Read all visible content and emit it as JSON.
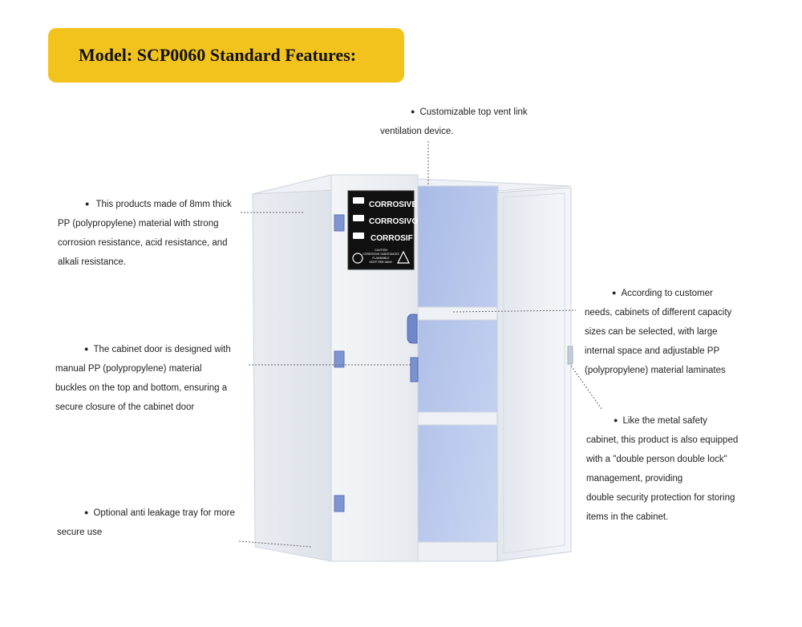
{
  "banner": {
    "title": "Model: SCP0060 Standard Features:"
  },
  "cabinet_label": {
    "lines": [
      "CORROSIVE",
      "CORROSIVO",
      "CORROSIF"
    ],
    "caution": [
      "CAUTION",
      "CORROSIVE SUBSTANCES",
      "FLAMMABLE",
      "KEEP FIRE AWAY"
    ]
  },
  "callouts": {
    "top_vent": {
      "lines": [
        "Customizable top vent link",
        "ventilation device."
      ]
    },
    "material": {
      "lines": [
        "This products made of 8mm thick",
        "PP (polypropylene) material with strong",
        "corrosion resistance, acid resistance, and",
        "alkali resistance."
      ]
    },
    "door": {
      "lines": [
        "The cabinet door is designed with",
        "manual PP (polypropylene) material",
        "buckles on the top and bottom, ensuring a",
        "secure closure of the cabinet door"
      ]
    },
    "tray": {
      "lines": [
        "Optional anti leakage tray for more",
        "secure use"
      ]
    },
    "capacity": {
      "lines": [
        "According to customer",
        "needs, cabinets of different capacity",
        "sizes can be selected, with large",
        "internal space and adjustable PP",
        "(polypropylene) material laminates"
      ]
    },
    "lock": {
      "lines": [
        "Like the metal safety",
        "cabinet, this product is also equipped",
        "with a \"double person double lock\"",
        "management, providing",
        "double security protection for storing",
        "items in the cabinet."
      ]
    }
  }
}
